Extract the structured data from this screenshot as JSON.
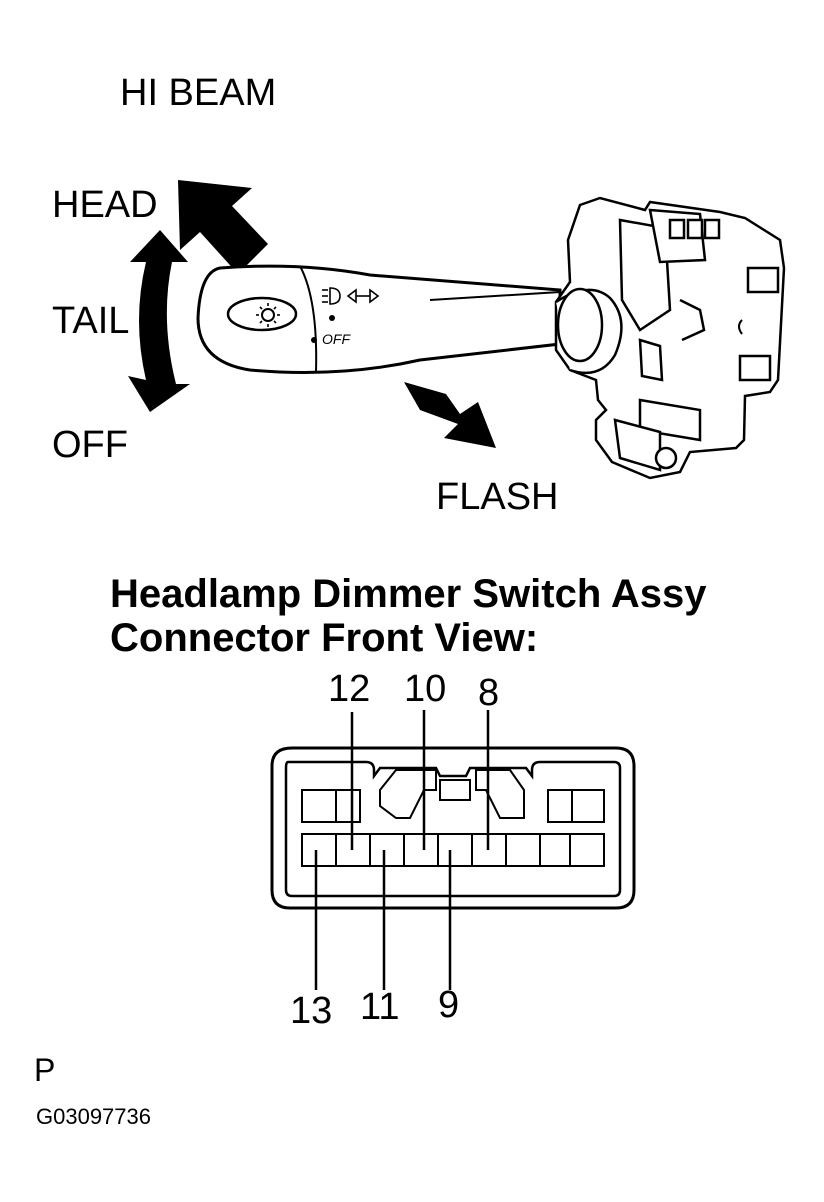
{
  "labels": {
    "hi_beam": "HI BEAM",
    "head": "HEAD",
    "tail": "TAIL",
    "off": "OFF",
    "flash": "FLASH",
    "lever_off": "OFF"
  },
  "title": {
    "line1": "Headlamp Dimmer Switch Assy",
    "line2": "Connector Front View:"
  },
  "pins": {
    "top": [
      "12",
      "10",
      "8"
    ],
    "bottom": [
      "13",
      "11",
      "9"
    ]
  },
  "footer": {
    "letter": "P",
    "code": "G03097736"
  }
}
